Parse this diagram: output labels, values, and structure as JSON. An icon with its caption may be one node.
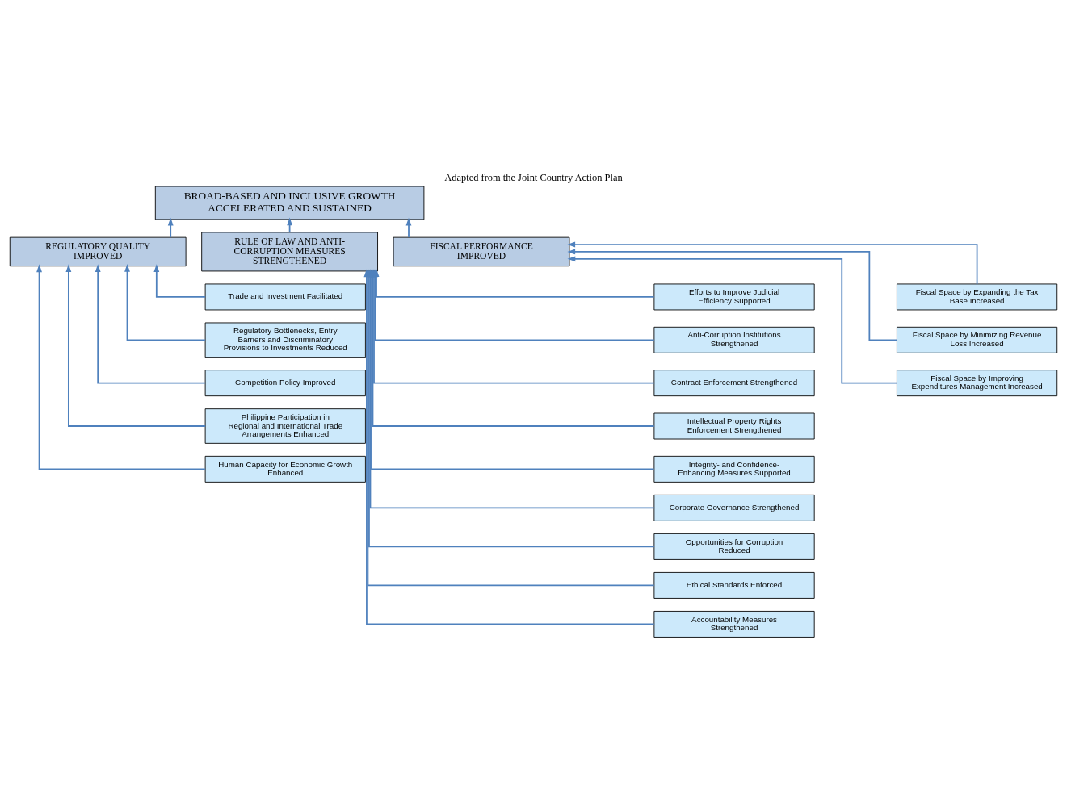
{
  "diagram": {
    "title": "Adapted from the Joint Country Action Plan",
    "nodes": [
      {
        "text": [
          "BROAD-BASED AND INCLUSIVE GROWTH ACCELERATED AND SUSTAINED"
        ]
      },
      {
        "text": [
          "REGULATORY QUALITY IMPROVED"
        ]
      },
      {
        "text": [
          "RULE OF LAW AND ANTI-CORRUPTION MEASURES STRENGTHENED"
        ]
      },
      {
        "text": [
          "FISCAL PERFORMANCE IMPROVED"
        ]
      },
      {
        "text": [
          "Trade and Investment Facilitated"
        ]
      },
      {
        "text": [
          "Regulatory Bottlenecks, Entry Barriers and Discriminatory Provisions to Investments Reduced"
        ]
      },
      {
        "text": [
          "Competition Policy Improved"
        ]
      },
      {
        "text": [
          "Philippine Participation in Regional and International Trade Arrangements Enhanced"
        ]
      },
      {
        "text": [
          "Human Capacity for Economic Growth Enhanced"
        ]
      },
      {
        "text": [
          "Efforts to Improve Judicial Efficiency Supported"
        ]
      },
      {
        "text": [
          "Anti-Corruption Institutions Strengthened"
        ]
      },
      {
        "text": [
          "Contract Enforcement Strengthened"
        ]
      },
      {
        "text": [
          "Intellectual Property Rights Enforcement Strengthened"
        ]
      },
      {
        "text": [
          "Integrity- and Confidence-Enhancing Measures Supported"
        ]
      },
      {
        "text": [
          "Corporate Governance Strengthened"
        ]
      },
      {
        "text": [
          "Opportunities for Corruption Reduced"
        ]
      },
      {
        "text": [
          "Ethical Standards Enforced"
        ]
      },
      {
        "text": [
          "Accountability Measures Strengthened"
        ]
      },
      {
        "text": [
          "Fiscal Space by Expanding the Tax Base Increased"
        ]
      },
      {
        "text": [
          "Fiscal Space by Minimizing Revenue Loss Increased"
        ]
      },
      {
        "text": [
          "Fiscal Space by Improving Expenditures Management Increased"
        ]
      }
    ],
    "edges": [
      {
        "from": 1,
        "to": 0,
        "arrow": "to"
      },
      {
        "from": 2,
        "to": 0,
        "arrow": "to"
      },
      {
        "from": 3,
        "to": 0,
        "arrow": "to"
      },
      {
        "from": 4,
        "to": 1,
        "arrow": "to"
      },
      {
        "from": 5,
        "to": 1,
        "arrow": "to"
      },
      {
        "from": 6,
        "to": 1,
        "arrow": "to"
      },
      {
        "from": 7,
        "to": 1,
        "arrow": "to"
      },
      {
        "from": 8,
        "to": 1,
        "arrow": "to"
      },
      {
        "from": 9,
        "to": 2,
        "arrow": "to"
      },
      {
        "from": 10,
        "to": 2,
        "arrow": "to"
      },
      {
        "from": 11,
        "to": 2,
        "arrow": "to"
      },
      {
        "from": 12,
        "to": 2,
        "arrow": "to"
      },
      {
        "from": 13,
        "to": 2,
        "arrow": "to"
      },
      {
        "from": 14,
        "to": 2,
        "arrow": "to"
      },
      {
        "from": 15,
        "to": 2,
        "arrow": "to"
      },
      {
        "from": 16,
        "to": 2,
        "arrow": "to"
      },
      {
        "from": 17,
        "to": 2,
        "arrow": "to"
      },
      {
        "from": 18,
        "to": 3,
        "arrow": "to"
      },
      {
        "from": 19,
        "to": 3,
        "arrow": "to"
      },
      {
        "from": 20,
        "to": 3,
        "arrow": "to"
      }
    ]
  }
}
